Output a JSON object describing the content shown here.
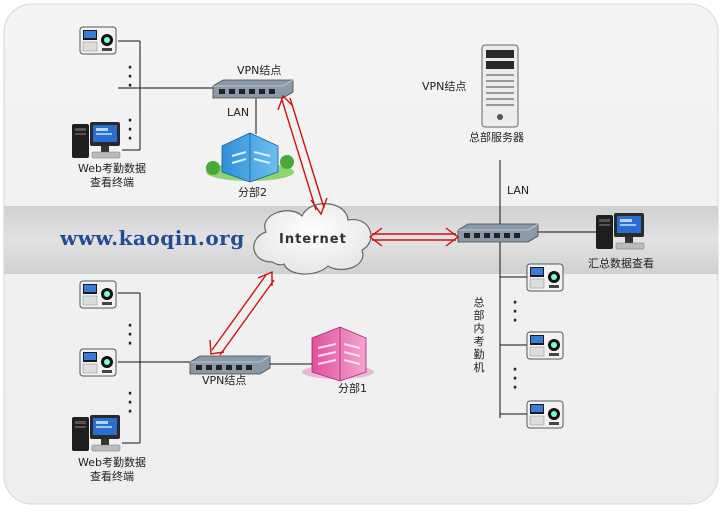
{
  "website": "www.kaoqin.org",
  "internet_label": "Internet",
  "branch2": {
    "vpn_label": "VPN结点",
    "lan_label": "LAN",
    "site_label": "分部2",
    "web_terminal_line1": "Web考勤数据",
    "web_terminal_line2": "查看终端"
  },
  "branch1": {
    "vpn_label": "VPN结点",
    "site_label": "分部1",
    "web_terminal_line1": "Web考勤数据",
    "web_terminal_line2": "查看终端"
  },
  "hq": {
    "vpn_label": "VPN结点",
    "server_label": "总部服务器",
    "lan_label": "LAN",
    "summary_label": "汇总数据查看",
    "attendance_label": "总部内考勤机"
  },
  "colors": {
    "band": "#d9d9d9",
    "link_red": "#d01010",
    "line": "#111111",
    "brand_blue": "#1f4e96"
  }
}
